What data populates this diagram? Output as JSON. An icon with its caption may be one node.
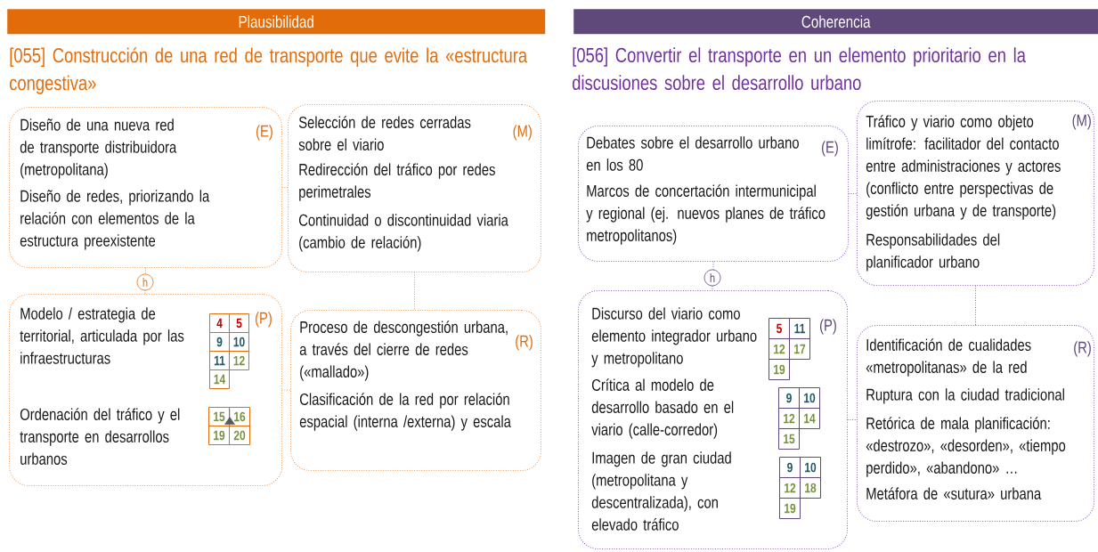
{
  "diagram": {
    "nodes": [
      {
        "text": [
          "Plausibilidad"
        ]
      },
      {
        "text": [
          "Diseño de una nueva red de transporte distribuidora (metropolitana)",
          "Diseño de redes, priorizando la relación con elementos de la estructura preexistente",
          "(E)"
        ]
      },
      {
        "text": [
          "Selección de redes cerradas sobre el viario",
          "Redirección del tráfico por redes perimetrales",
          "Continuidad o discontinuidad viaria (cambio de relación)",
          "(M)"
        ]
      },
      {
        "text": [
          "h"
        ]
      },
      {
        "text": [
          "Modelo / estrategia de territorial, articulada por las infraestructuras",
          "Ordenación del tráfico y el transporte en desarrollos urbanos",
          "(P)"
        ]
      },
      {
        "text": [
          "4"
        ],
        "in": 4
      },
      {
        "text": [
          "5"
        ],
        "in": 4
      },
      {
        "text": [
          "9"
        ],
        "in": 4
      },
      {
        "text": [
          "10"
        ],
        "in": 4
      },
      {
        "text": [
          "11"
        ],
        "in": 4
      },
      {
        "text": [
          "12"
        ],
        "in": 4
      },
      {
        "text": [
          "14"
        ],
        "in": 4
      },
      {
        "text": [
          "15"
        ],
        "in": 4
      },
      {
        "text": [
          "16"
        ],
        "in": 4
      },
      {
        "text": [
          "19"
        ],
        "in": 4
      },
      {
        "text": [
          "20"
        ],
        "in": 4
      },
      {
        "text": [
          "Proceso de descongestión urbana, a través del cierre de redes («mallado»)",
          "Clasificación de la red por relación espacial (interna /externa) y escala",
          "(R)"
        ]
      },
      {
        "text": [
          "Coherencia"
        ]
      },
      {
        "text": [
          "Debates sobre el desarrollo urbano en los 80",
          "(E)",
          "Marcos de concertación intermunicipal y regional (ej. nuevos planes de tráfico metropolitanos)"
        ]
      },
      {
        "text": [
          "Tráfico y viario como objeto limítrofe: facilitador del contacto entre administraciones y actores (conflicto entre perspectivas de gestión urbana y de transporte)",
          "Responsabilidades del planificador urbano",
          "(M)"
        ]
      },
      {
        "text": [
          "h"
        ]
      },
      {
        "text": [
          "Discurso del viario como elemento integrador urbano y metropolitano",
          "Crítica al modelo de desarrollo basado en el viario (calle-corredor)",
          "Imagen de gran ciudad (metropolitana y descentralizada), con elevado tráfico",
          "(P)"
        ]
      },
      {
        "text": [
          "5"
        ],
        "in": 21
      },
      {
        "text": [
          "11"
        ],
        "in": 21
      },
      {
        "text": [
          "12"
        ],
        "in": 21
      },
      {
        "text": [
          "17"
        ],
        "in": 21
      },
      {
        "text": [
          "19"
        ],
        "in": 21
      },
      {
        "text": [
          "9"
        ],
        "in": 21
      },
      {
        "text": [
          "10"
        ],
        "in": 21
      },
      {
        "text": [
          "12"
        ],
        "in": 21
      },
      {
        "text": [
          "14"
        ],
        "in": 21
      },
      {
        "text": [
          "15"
        ],
        "in": 21
      },
      {
        "text": [
          "9"
        ],
        "in": 21
      },
      {
        "text": [
          "10"
        ],
        "in": 21
      },
      {
        "text": [
          "12"
        ],
        "in": 21
      },
      {
        "text": [
          "18"
        ],
        "in": 21
      },
      {
        "text": [
          "19"
        ],
        "in": 21
      },
      {
        "text": [
          "Identificación de cualidades «metropolitanas» de la red",
          "Ruptura con la ciudad tradicional",
          "Retórica de mala planificación: «destrozo», «desorden», «tiempo perdido», «abandono» …",
          "Metáfora de «sutura» urbana",
          "(R)"
        ]
      }
    ],
    "edges": [
      {
        "from": 1,
        "to": 2,
        "arrow": "none",
        "style": "dashed",
        "color": "#f79646"
      },
      {
        "from": 1,
        "to": 3,
        "arrow": "none",
        "style": "dashed",
        "color": "#f79646"
      },
      {
        "from": 3,
        "to": 4,
        "arrow": "none",
        "style": "dashed",
        "color": "#f79646"
      },
      {
        "from": 2,
        "to": 16,
        "arrow": "none",
        "style": "dashed",
        "color": "#f79646"
      },
      {
        "from": 4,
        "to": 16,
        "arrow": "none",
        "style": "dashed",
        "color": "#f79646"
      },
      {
        "from": 13,
        "to": 12,
        "arrow": "to",
        "color": "#595959"
      },
      {
        "from": 18,
        "to": 19,
        "arrow": "none",
        "style": "dashed",
        "color": "#8e5cc4"
      },
      {
        "from": 18,
        "to": 20,
        "arrow": "none",
        "style": "dashed",
        "color": "#8e5cc4"
      },
      {
        "from": 20,
        "to": 21,
        "arrow": "none",
        "style": "dashed",
        "color": "#8e5cc4"
      },
      {
        "from": 19,
        "to": 37,
        "arrow": "none",
        "style": "dashed",
        "color": "#8e5cc4"
      },
      {
        "from": 21,
        "to": 37,
        "arrow": "none",
        "style": "dashed",
        "color": "#8e5cc4"
      }
    ],
    "labels": [
      "[055] Construcción de una red de transporte que evite la «estructura congestiva»",
      "[056] Convertir el transporte en un elemento prioritario en la discusiones sobre el desarrollo urbano"
    ]
  }
}
